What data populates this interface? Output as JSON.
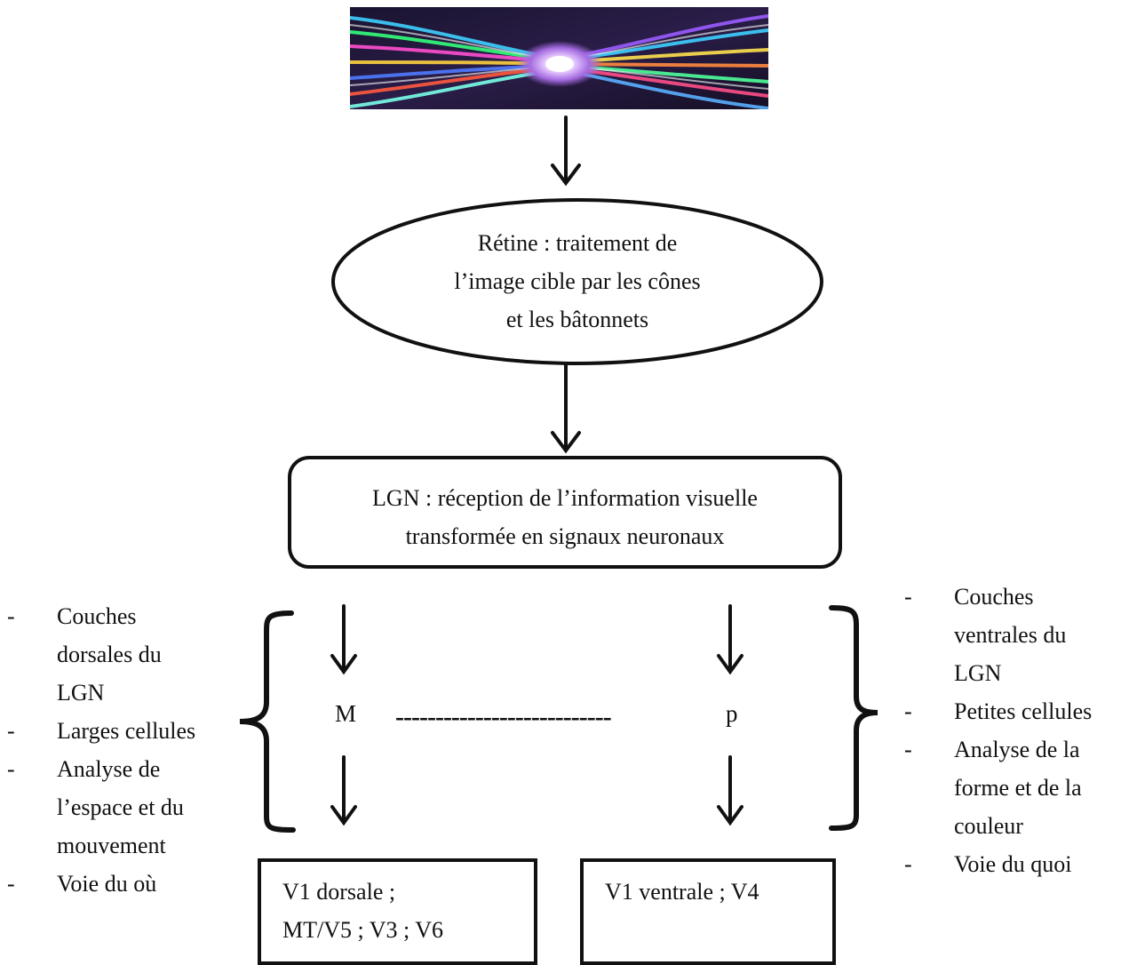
{
  "retine": {
    "lines": [
      "Rétine : traitement de",
      "l’image cible par les cônes",
      "et les bâtonnets"
    ]
  },
  "lgn": {
    "lines": [
      "LGN : réception de l’information visuelle",
      "transformée en signaux neuronaux"
    ]
  },
  "pathways": {
    "m_label": "M",
    "p_label": "p",
    "connector": "---------------------------"
  },
  "left_list": {
    "items": [
      {
        "lines": [
          "Couches",
          "dorsales du",
          "LGN"
        ]
      },
      {
        "lines": [
          "Larges cellules"
        ]
      },
      {
        "lines": [
          "Analyse de",
          "l’espace et du",
          "mouvement"
        ]
      },
      {
        "lines": [
          "Voie du où"
        ]
      }
    ]
  },
  "right_list": {
    "items": [
      {
        "lines": [
          "Couches",
          "ventrales du",
          "LGN"
        ]
      },
      {
        "lines": [
          "Petites cellules"
        ]
      },
      {
        "lines": [
          "Analyse de la",
          "forme et de la",
          "couleur"
        ]
      },
      {
        "lines": [
          "Voie du quoi"
        ]
      }
    ]
  },
  "v_dorsal": {
    "lines": [
      "V1 dorsale ;",
      "MT/V5 ; V3 ; V6"
    ]
  },
  "v_ventral": {
    "lines": [
      "V1 ventrale ; V4"
    ]
  }
}
